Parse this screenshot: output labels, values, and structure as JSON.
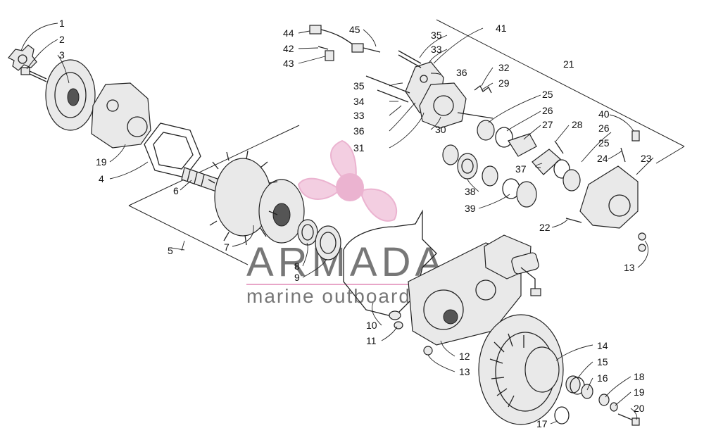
{
  "diagram": {
    "labels": {
      "n1": "1",
      "n2": "2",
      "n3": "3",
      "n4": "4",
      "n5": "5",
      "n6": "6",
      "n7": "7",
      "n8": "8",
      "n9": "9",
      "n10": "10",
      "n11": "11",
      "n12": "12",
      "n13a": "13",
      "n13b": "13",
      "n14": "14",
      "n15": "15",
      "n16": "16",
      "n17": "17",
      "n18": "18",
      "n19a": "19",
      "n19b": "19",
      "n20": "20",
      "n21": "21",
      "n22": "22",
      "n23": "23",
      "n24": "24",
      "n25a": "25",
      "n25b": "25",
      "n26a": "26",
      "n26b": "26",
      "n27": "27",
      "n28": "28",
      "n29": "29",
      "n30": "30",
      "n31": "31",
      "n32": "32",
      "n33a": "33",
      "n33b": "33",
      "n34": "34",
      "n35a": "35",
      "n35b": "35",
      "n36a": "36",
      "n36b": "36",
      "n37": "37",
      "n38": "38",
      "n39": "39",
      "n40": "40",
      "n41": "41",
      "n42": "42",
      "n43": "43",
      "n44": "44",
      "n45": "45"
    }
  },
  "watermark": {
    "brand": "ARMADA",
    "tagline": "marine outboards",
    "colors": {
      "pink": "#e8a6c8",
      "gray": "#7a7a7a"
    }
  }
}
